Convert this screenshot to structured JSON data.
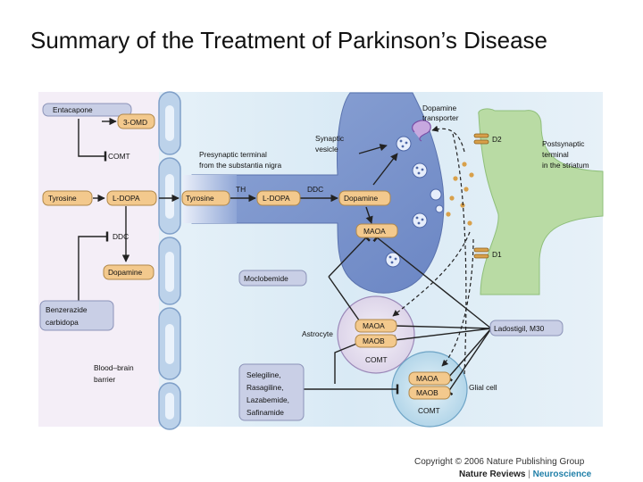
{
  "title": "Summary of the Treatment of Parkinson’s Disease",
  "diagram": {
    "left_column": {
      "entacapone": "Entacapone",
      "omd": "3-OMD",
      "comt": "COMT",
      "tyrosine": "Tyrosine",
      "ldopa": "L-DOPA",
      "ddc": "DDC",
      "dopamine": "Dopamine",
      "benzerazide_line1": "Benzerazide",
      "benzerazide_line2": "carbidopa"
    },
    "bbb_label_line1": "Blood–brain",
    "bbb_label_line2": "barrier",
    "presynaptic": {
      "label_line1": "Presynaptic terminal",
      "label_line2": "from the substantia nigra",
      "tyrosine": "Tyrosine",
      "th": "TH",
      "ldopa": "L-DOPA",
      "ddc": "DDC",
      "dopamine": "Dopamine",
      "maoa": "MAOA",
      "vesicle_line1": "Synaptic",
      "vesicle_line2": "vesicle"
    },
    "transporter_line1": "Dopamine",
    "transporter_line2": "transporter",
    "postsynaptic": {
      "label_line1": "Postsynaptic",
      "label_line2": "terminal",
      "label_line3": "in the striatum",
      "d2": "D2",
      "d1": "D1"
    },
    "moclobemide": "Moclobemide",
    "astrocyte": {
      "label": "Astrocyte",
      "maoa": "MAOA",
      "maob": "MAOB",
      "comt": "COMT"
    },
    "ladostigil": "Ladostigil, M30",
    "selegiline": [
      "Selegiline,",
      "Rasagiline,",
      "Lazabemide,",
      "Safinamide"
    ],
    "glial": {
      "label": "Glial cell",
      "maoa": "MAOA",
      "maob": "MAOB",
      "comt": "COMT"
    }
  },
  "credit": {
    "copyright": "Copyright © 2006 Nature Publishing Group",
    "journal_part1": "Nature Reviews",
    "separator": " | ",
    "journal_part2": "Neuroscience"
  }
}
